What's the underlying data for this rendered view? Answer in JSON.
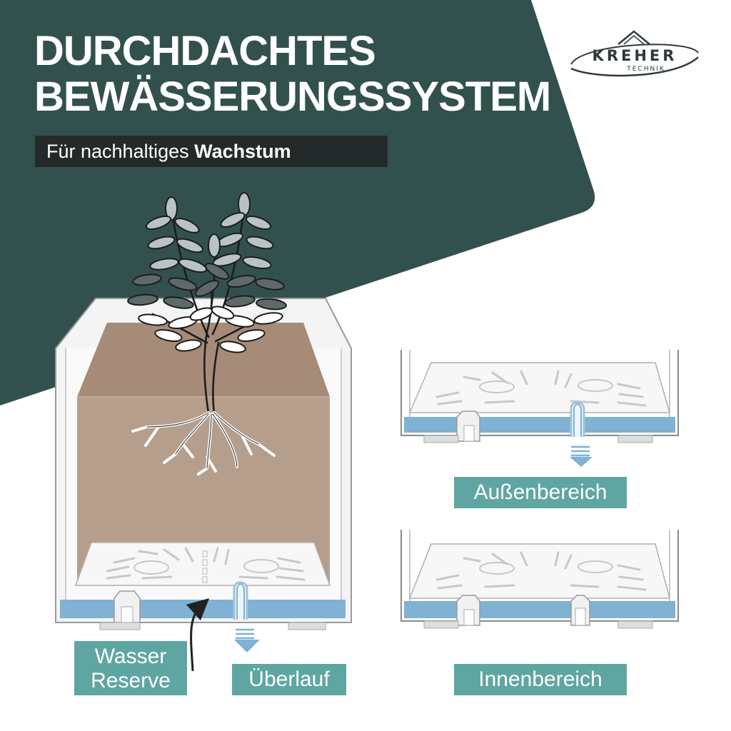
{
  "header": {
    "title_line1": "DURCHDACHTES",
    "title_line2": "BEWÄSSERUNGSSYSTEM",
    "subtitle_regular": "Für nachhaltiges ",
    "subtitle_bold": "Wachstum"
  },
  "logo": {
    "brand": "KREHER",
    "tagline": "TECHNIK"
  },
  "labels": {
    "water_reserve_line1": "Wasser",
    "water_reserve_line2": "Reserve",
    "overflow": "Überlauf",
    "outside": "Außenbereich",
    "inside": "Innenbereich"
  },
  "colors": {
    "banner": "#32514e",
    "label_bg": "#5fa6a2",
    "subtitle_bg": "#232a29",
    "soil": "#b59e8c",
    "water": "#7fb2d3"
  }
}
